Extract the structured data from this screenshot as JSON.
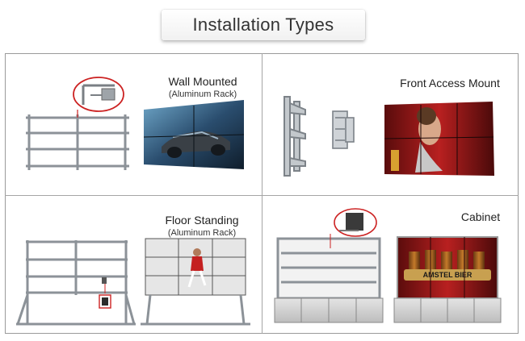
{
  "header": {
    "title": "Installation Types"
  },
  "panels": {
    "wall": {
      "title": "Wall Mounted",
      "subtitle": "(Aluminum Rack)"
    },
    "front": {
      "title": "Front Access Mount"
    },
    "floor": {
      "title": "Floor Standing",
      "subtitle": "(Aluminum Rack)"
    },
    "cabinet": {
      "title": "Cabinet",
      "screen_text": "AMSTEL BIER"
    }
  },
  "colors": {
    "rack": "#9aa0a6",
    "rack_dark": "#6f7479",
    "callout": "#cc2222",
    "screen_blue": "#1d3a56",
    "screen_red": "#8a1212",
    "cabinet_gray": "#c9c9c9"
  }
}
